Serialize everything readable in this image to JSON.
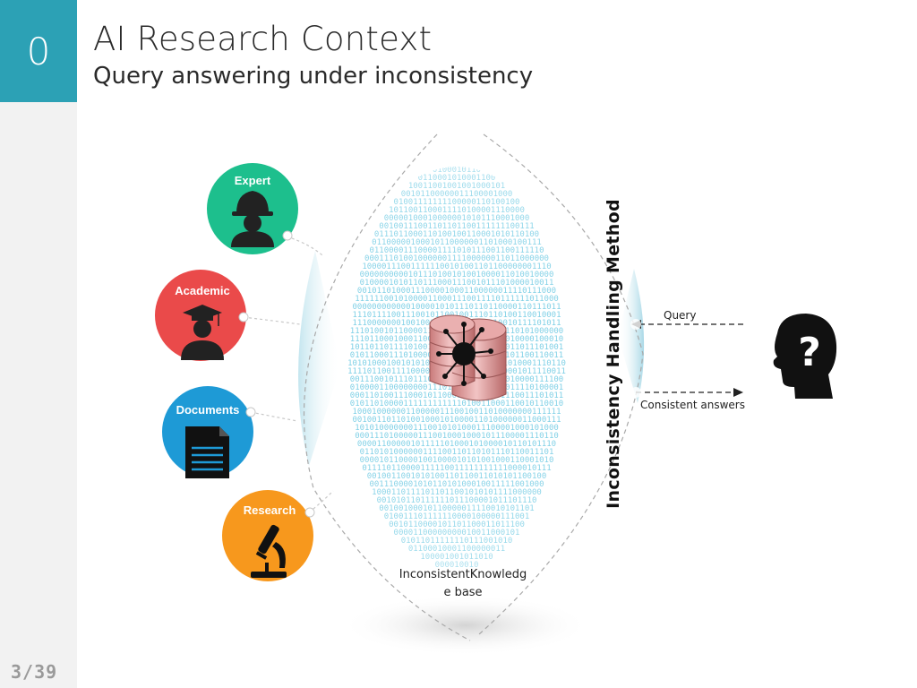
{
  "slide": {
    "section_number": "0",
    "title": "AI Research Context",
    "subtitle": "Query answering under inconsistency",
    "page_number": "3/39"
  },
  "sources": [
    {
      "label": "Expert",
      "color": "#1dbf8d",
      "icon": "worker-icon"
    },
    {
      "label": "Academic",
      "color": "#ea4a4a",
      "icon": "graduate-icon"
    },
    {
      "label": "Documents",
      "color": "#1e9ad6",
      "icon": "document-icon"
    },
    {
      "label": "Research",
      "color": "#f7981d",
      "icon": "microscope-icon"
    }
  ],
  "knowledge_base": {
    "label": "InconsistentKnowledg e base",
    "binary_color": "#7fd0e6",
    "icon": "infected-database-icon"
  },
  "method": {
    "label": "Inconsistency Handling Method"
  },
  "arrows": {
    "query_label": "Query",
    "answers_label": "Consistent answers"
  },
  "user": {
    "icon": "head-question-icon"
  }
}
